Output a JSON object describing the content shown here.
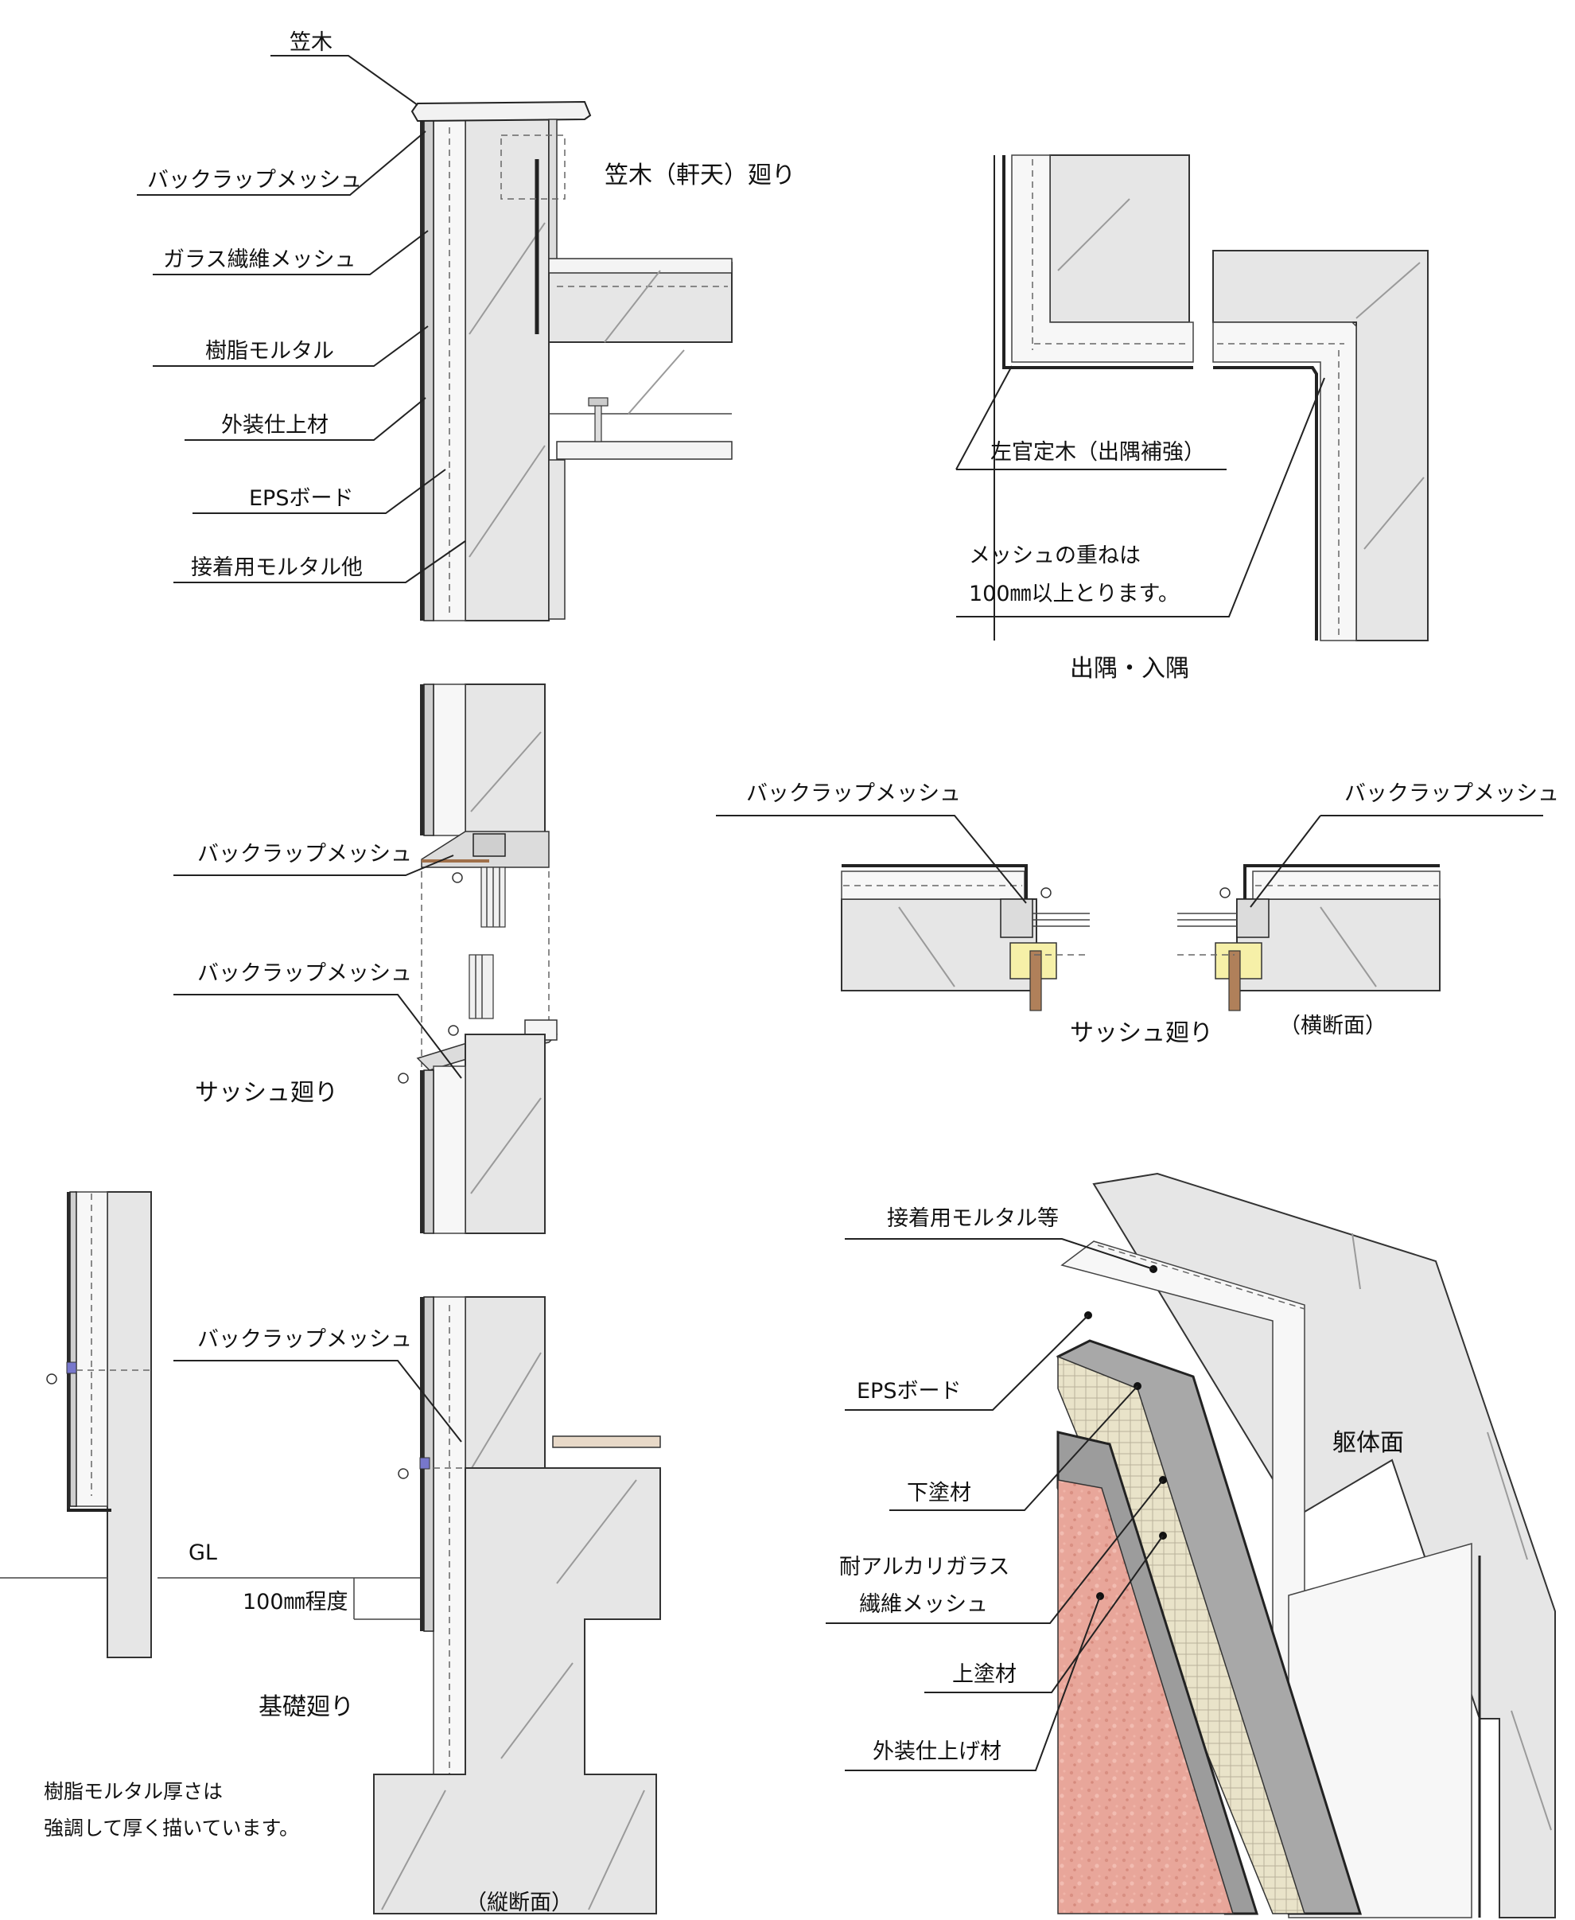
{
  "colors": {
    "finish_pink": "#e8a69a",
    "insulation_yellow": "#f6f0a8",
    "wood_brown": "#b0805a",
    "concrete_gray": "#e6e6e6",
    "mesh_beige": "#e9e3c9",
    "accent_blue": "#7777cc"
  },
  "coping": {
    "title": "笠木（軒天）廻り",
    "labels": {
      "kasagi": "笠木",
      "backwrap": "バックラップメッシュ",
      "glass_mesh": "ガラス繊維メッシュ",
      "resin_mortar": "樹脂モルタル",
      "finish": "外装仕上材",
      "eps": "EPSボード",
      "adhesive": "接着用モルタル他"
    }
  },
  "corner": {
    "title": "出隅・入隅",
    "plaster_label": "左官定木（出隅補強）",
    "overlap_note_1": "メッシュの重ねは",
    "overlap_note_2": "100㎜以上とります。"
  },
  "sash_vertical": {
    "title": "サッシュ廻り",
    "backwrap_upper": "バックラップメッシュ",
    "backwrap_lower": "バックラップメッシュ"
  },
  "sash_horizontal": {
    "title": "サッシュ廻り",
    "subtitle": "（横断面）",
    "backwrap_left": "バックラップメッシュ",
    "backwrap_right": "バックラップメッシュ"
  },
  "foundation": {
    "title": "基礎廻り",
    "backwrap": "バックラップメッシュ",
    "gl": "GL",
    "height_note": "100㎜程度",
    "note_1": "樹脂モルタル厚さは",
    "note_2": "強調して厚く描いています。",
    "section_caption": "（縦断面）"
  },
  "layers": {
    "adhesive": "接着用モルタル等",
    "eps": "EPSボード",
    "base_coat": "下塗材",
    "mesh_1": "耐アルカリガラス",
    "mesh_2": "繊維メッシュ",
    "top_coat": "上塗材",
    "finish": "外装仕上げ材",
    "substrate": "躯体面"
  }
}
